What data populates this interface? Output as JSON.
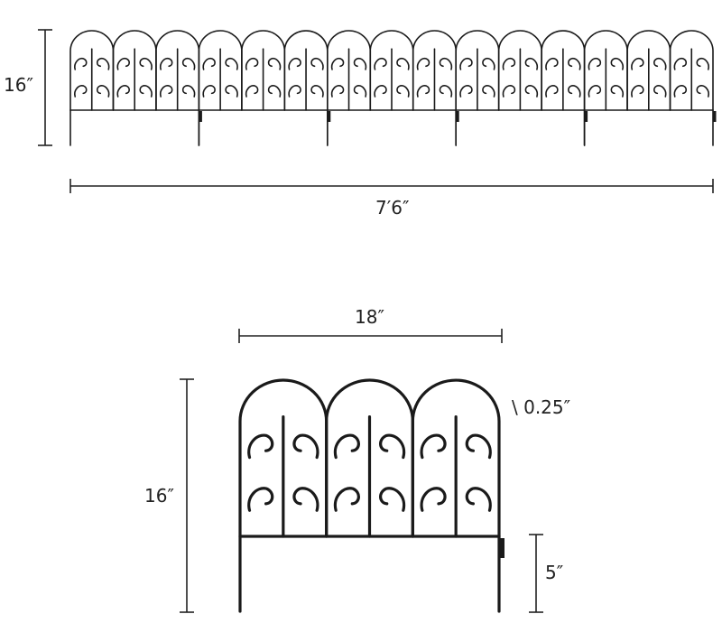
{
  "colors": {
    "ink": "#1a1a1a",
    "background": "#ffffff"
  },
  "overview": {
    "panel_count": 5,
    "height_label": "16″",
    "total_length_label": "7′6″"
  },
  "detail": {
    "width_label": "18″",
    "height_label": "16″",
    "wire_label": "\\ 0.25″",
    "stake_label": "5″"
  }
}
